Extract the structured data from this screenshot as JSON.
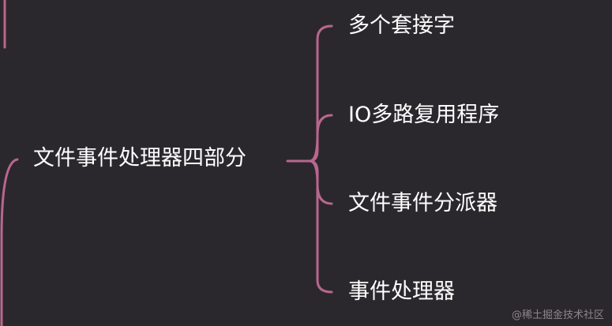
{
  "mindmap": {
    "root": "文件事件处理器四部分",
    "children": [
      "多个套接字",
      "IO多路复用程序",
      "文件事件分派器",
      "事件处理器"
    ]
  },
  "colors": {
    "background": "#2b282d",
    "connector": "#b9668f",
    "text": "#ffffff"
  },
  "watermark": "@稀土掘金技术社区"
}
